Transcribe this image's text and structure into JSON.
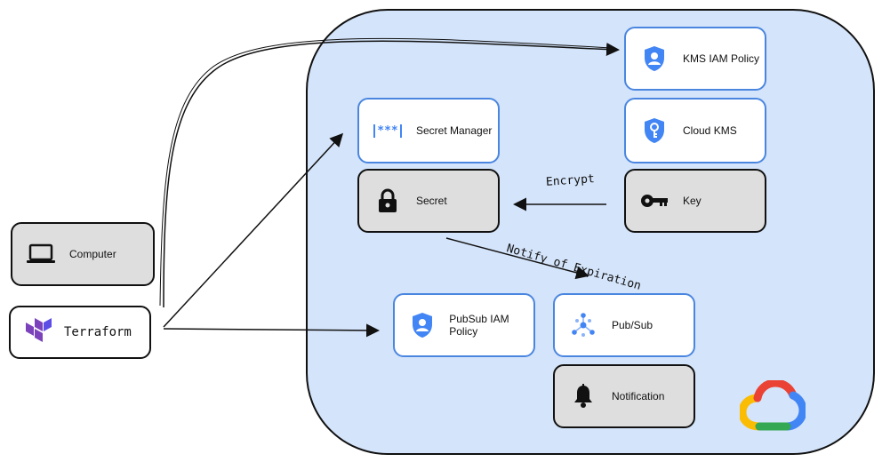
{
  "nodes": {
    "kms_iam_policy": {
      "label": "KMS IAM Policy"
    },
    "cloud_kms": {
      "label": "Cloud KMS"
    },
    "secret_manager": {
      "label": "Secret Manager"
    },
    "secret": {
      "label": "Secret"
    },
    "key": {
      "label": "Key"
    },
    "computer": {
      "label": "Computer"
    },
    "terraform": {
      "label": "Terraform"
    },
    "pubsub_iam_policy": {
      "label": "PubSub IAM Policy"
    },
    "pubsub": {
      "label": "Pub/Sub"
    },
    "notification": {
      "label": "Notification"
    }
  },
  "edges": {
    "encrypt": {
      "label": "Encrypt"
    },
    "notify": {
      "label": "Notify of Expiration"
    }
  },
  "icons": {
    "secret_manager": "***",
    "gcp_logo": "google-cloud-logo"
  },
  "colors": {
    "gcp_area": "#d4e4fa",
    "white_border": "#4a86e0",
    "grey_fill": "#dedede",
    "terraform": "#7b42bc",
    "gcp_blue": "#4285f4"
  }
}
